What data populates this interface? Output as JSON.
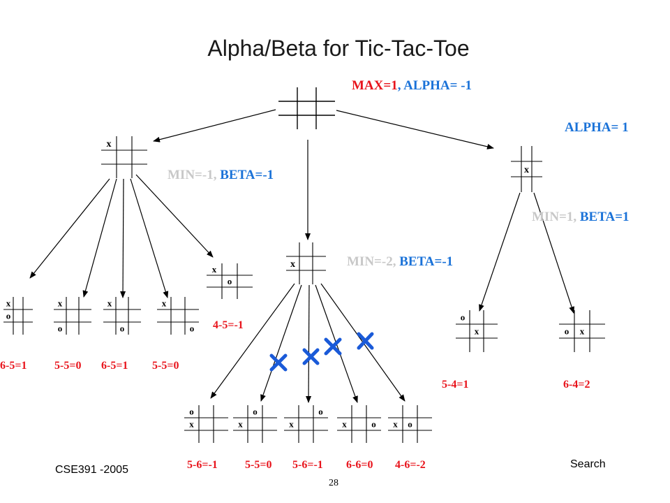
{
  "title": "Alpha/Beta for Tic-Tac-Toe",
  "colors": {
    "red": "#e8141c",
    "blue": "#1a72d8",
    "gray": "#c8c8c8",
    "cross": "#1a5ad8",
    "black": "#000000"
  },
  "annotations": {
    "root_max": "MAX=1",
    "root_alpha": "ALPHA= -1",
    "right_alpha": "ALPHA=  1",
    "left_min": "MIN=-1",
    "left_beta": "BETA=-1",
    "mid_min": "MIN=-2",
    "mid_beta": "BETA=-1",
    "right_min": "MIN=1",
    "right_beta": "BETA=1"
  },
  "scores": {
    "left": [
      "6-5=1",
      "5-5=0",
      "6-5=1",
      "5-5=0"
    ],
    "left_extra": "4-5=-1",
    "mid": [
      "5-6=-1",
      "5-5=0",
      "5-6=-1",
      "6-6=0",
      "4-6=-2"
    ],
    "right": [
      "5-4=1",
      "6-4=2"
    ]
  },
  "nodes": {
    "root": {
      "marks": []
    },
    "left": {
      "marks": [
        {
          "t": "x",
          "r": 0,
          "c": 0
        }
      ]
    },
    "mid": {
      "marks": [
        {
          "t": "x",
          "r": 1,
          "c": 0
        }
      ]
    },
    "right": {
      "marks": [
        {
          "t": "x",
          "r": 1,
          "c": 1
        }
      ]
    },
    "left_c1": {
      "marks": [
        {
          "t": "x",
          "r": 0,
          "c": 0
        },
        {
          "t": "o",
          "r": 1,
          "c": 0
        }
      ]
    },
    "left_c2": {
      "marks": [
        {
          "t": "x",
          "r": 0,
          "c": 0
        },
        {
          "t": "o",
          "r": 2,
          "c": 0
        }
      ]
    },
    "left_c3": {
      "marks": [
        {
          "t": "x",
          "r": 0,
          "c": 0
        },
        {
          "t": "o",
          "r": 2,
          "c": 1
        }
      ]
    },
    "left_c4": {
      "marks": [
        {
          "t": "x",
          "r": 0,
          "c": 0
        },
        {
          "t": "o",
          "r": 2,
          "c": 2
        }
      ]
    },
    "left_c5": {
      "marks": [
        {
          "t": "x",
          "r": 0,
          "c": 0
        },
        {
          "t": "o",
          "r": 1,
          "c": 1
        }
      ]
    },
    "mid_c1": {
      "marks": [
        {
          "t": "o",
          "r": 0,
          "c": 0
        },
        {
          "t": "x",
          "r": 1,
          "c": 0
        }
      ]
    },
    "mid_c2": {
      "marks": [
        {
          "t": "o",
          "r": 0,
          "c": 1
        },
        {
          "t": "x",
          "r": 1,
          "c": 0
        }
      ]
    },
    "mid_c3": {
      "marks": [
        {
          "t": "o",
          "r": 0,
          "c": 2
        },
        {
          "t": "x",
          "r": 1,
          "c": 0
        }
      ]
    },
    "mid_c4": {
      "marks": [
        {
          "t": "x",
          "r": 1,
          "c": 0
        },
        {
          "t": "o",
          "r": 1,
          "c": 2
        }
      ]
    },
    "mid_c5": {
      "marks": [
        {
          "t": "x",
          "r": 1,
          "c": 0
        },
        {
          "t": "o",
          "r": 1,
          "c": 1
        }
      ]
    },
    "right_c1": {
      "marks": [
        {
          "t": "o",
          "r": 0,
          "c": 0
        },
        {
          "t": "x",
          "r": 1,
          "c": 1
        }
      ]
    },
    "right_c2": {
      "marks": [
        {
          "t": "o",
          "r": 1,
          "c": 0
        },
        {
          "t": "x",
          "r": 1,
          "c": 1
        }
      ]
    }
  },
  "footer": {
    "left": "CSE391 -2005",
    "right": "Search",
    "page": "28"
  }
}
